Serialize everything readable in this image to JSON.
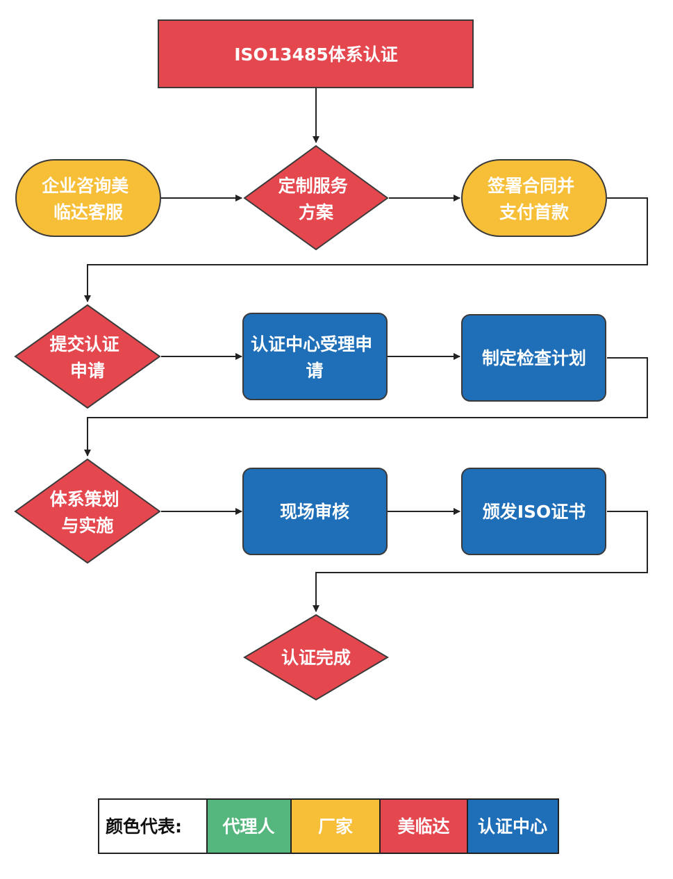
{
  "colors": {
    "red": "#e5474f",
    "yellow": "#f7be38",
    "blue": "#1f6fb8",
    "green": "#55b77e",
    "edge": "#222222"
  },
  "nodes": {
    "title": {
      "lines": [
        "ISO13485体系认证"
      ]
    },
    "consult": {
      "lines": [
        "企业咨询美",
        "临达客服"
      ]
    },
    "plan": {
      "lines": [
        "定制服务",
        "方案"
      ]
    },
    "contract": {
      "lines": [
        "签署合同并",
        "支付首款"
      ]
    },
    "submit": {
      "lines": [
        "提交认证",
        "申请"
      ]
    },
    "accept": {
      "lines": [
        "认证中心受理申",
        "请"
      ]
    },
    "inspect_plan": {
      "lines": [
        "制定检查计划"
      ]
    },
    "system": {
      "lines": [
        "体系策划",
        "与实施"
      ]
    },
    "audit": {
      "lines": [
        "现场审核"
      ]
    },
    "issue": {
      "lines": [
        "颁发ISO证书"
      ]
    },
    "done": {
      "lines": [
        "认证完成"
      ]
    }
  },
  "legend": {
    "label": "颜色代表:",
    "items": [
      {
        "label": "代理人",
        "color": "green"
      },
      {
        "label": "厂家",
        "color": "yellow"
      },
      {
        "label": "美临达",
        "color": "red"
      },
      {
        "label": "认证中心",
        "color": "blue"
      }
    ]
  }
}
